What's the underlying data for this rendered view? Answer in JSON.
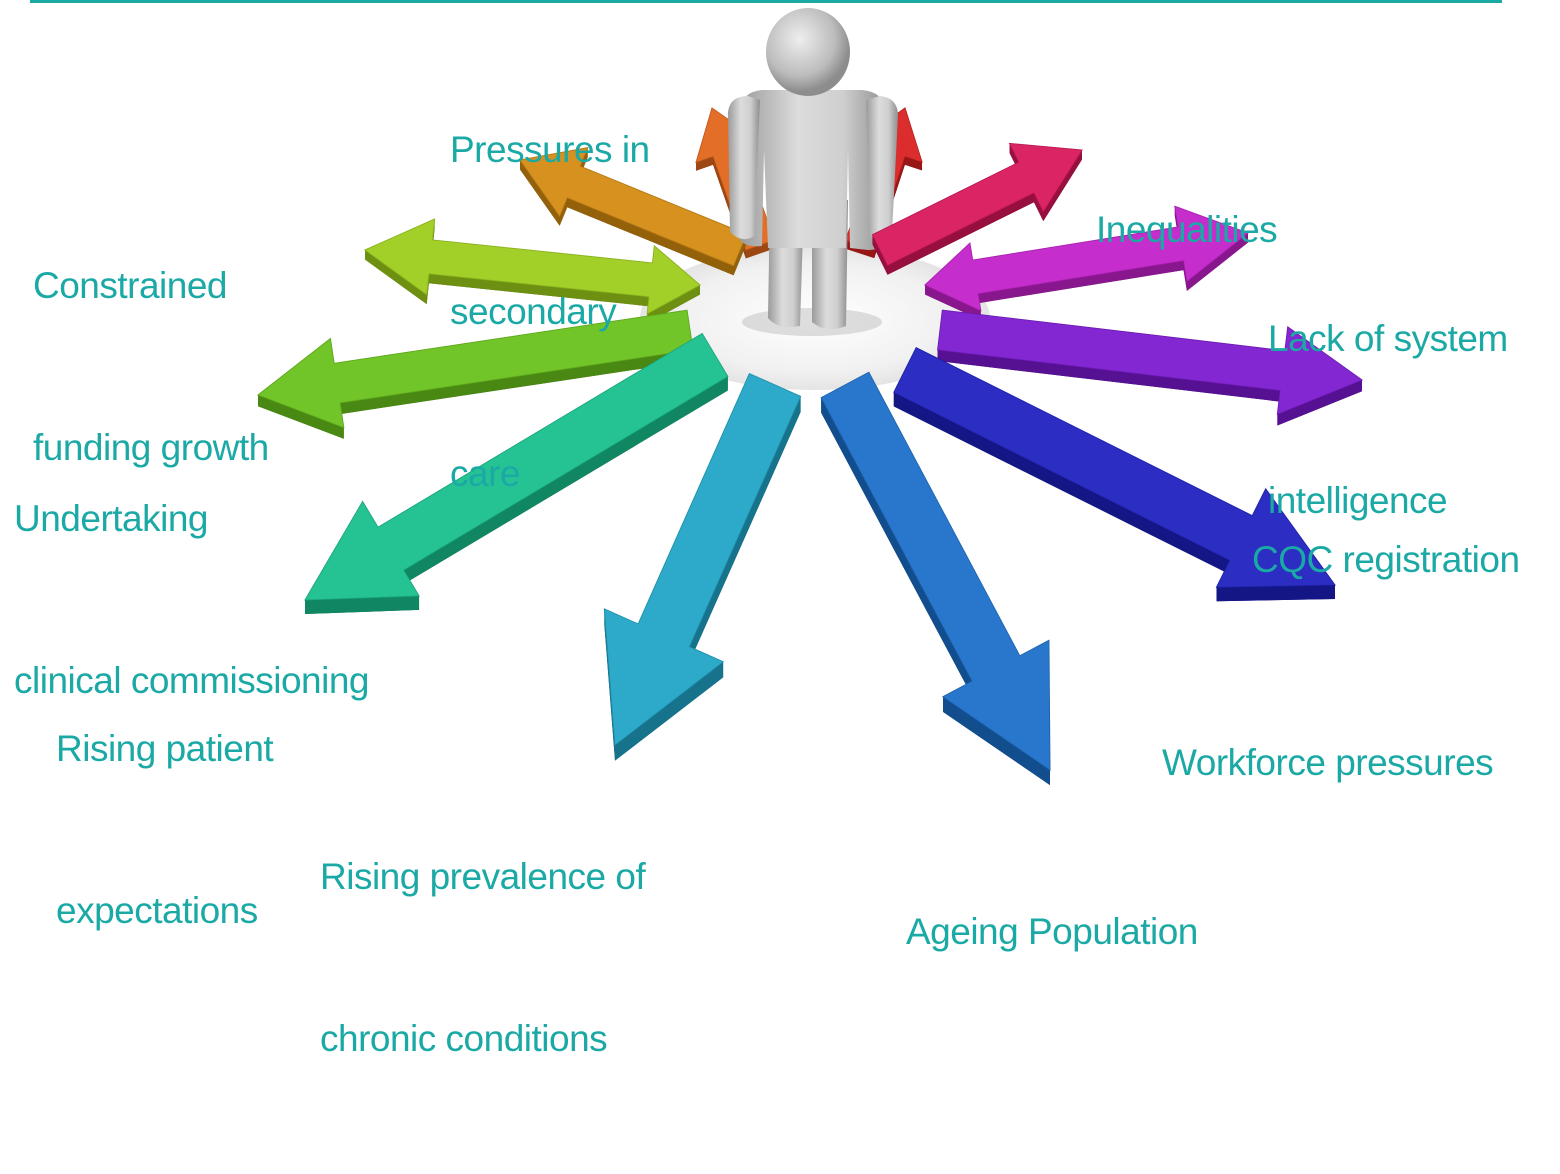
{
  "colors": {
    "label_text": "#1ba9a6",
    "rule": "#1ba9a6",
    "figure": "#c9c9c9",
    "platform": "#eeeeee"
  },
  "figure": {
    "icon": "person-figure-icon"
  },
  "arrows": [
    {
      "id": "pressures-secondary-care",
      "color": "#d48a10",
      "direction": "up-left",
      "double_headed": false
    },
    {
      "id": "orange-back",
      "color": "#e0651a",
      "direction": "up",
      "double_headed": false
    },
    {
      "id": "red-back",
      "color": "#d91f1f",
      "direction": "up",
      "double_headed": false
    },
    {
      "id": "inequalities",
      "color": "#d8165a",
      "direction": "up-right",
      "double_headed": false
    },
    {
      "id": "lack-system-intelligence",
      "color": "#c21fc9",
      "direction": "right",
      "double_headed": true
    },
    {
      "id": "cqc-registration",
      "color": "#7a18cf",
      "direction": "right",
      "double_headed": false
    },
    {
      "id": "workforce-pressures",
      "color": "#1d1fbf",
      "direction": "down-right",
      "double_headed": false
    },
    {
      "id": "ageing-population",
      "color": "#1a6ec9",
      "direction": "down",
      "double_headed": false
    },
    {
      "id": "chronic-conditions",
      "color": "#1fa5c7",
      "direction": "down",
      "double_headed": false
    },
    {
      "id": "patient-expectations",
      "color": "#17bf8d",
      "direction": "down-left",
      "double_headed": false
    },
    {
      "id": "clinical-commissioning",
      "color": "#68c21a",
      "direction": "left",
      "double_headed": false
    },
    {
      "id": "funding-growth",
      "color": "#9ccd1a",
      "direction": "left",
      "double_headed": true
    }
  ],
  "labels": {
    "pressures_secondary_care": {
      "line1": "Pressures in",
      "line2": "secondary",
      "line3": "care"
    },
    "constrained_funding": {
      "line1": "Constrained",
      "line2": "funding growth"
    },
    "inequalities": {
      "line1": "Inequalities"
    },
    "lack_system_intelligence": {
      "line1": "Lack of system",
      "line2": "intelligence"
    },
    "undertaking_commissioning": {
      "line1": "Undertaking",
      "line2": "clinical commissioning"
    },
    "cqc_registration": {
      "line1": "CQC registration"
    },
    "rising_patient_expectations": {
      "line1": "Rising patient",
      "line2": "expectations"
    },
    "workforce_pressures": {
      "line1": "Workforce pressures"
    },
    "rising_prevalence": {
      "line1": "Rising prevalence of",
      "line2": "chronic conditions"
    },
    "ageing_population": {
      "line1": "Ageing Population"
    }
  }
}
